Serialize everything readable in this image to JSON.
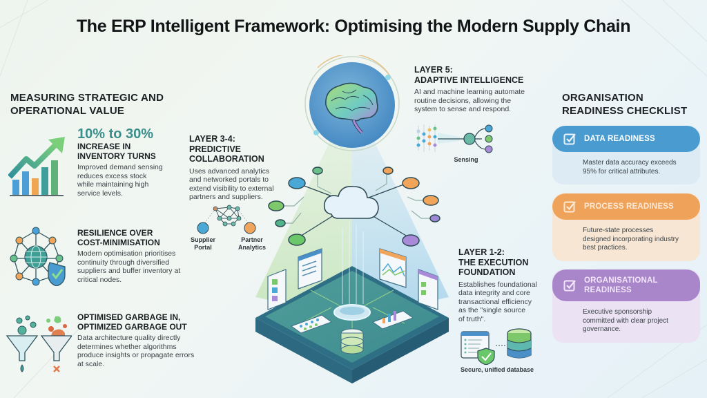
{
  "title": "The ERP Intelligent Framework: Optimising the Modern Supply Chain",
  "left_panel": {
    "heading_line1": "MEASURING STRATEGIC AND",
    "heading_line2": "OPERATIONAL VALUE",
    "items": [
      {
        "icon": "growth-chart-icon",
        "stat": "10% to 30%",
        "title_line1": "INCREASE IN",
        "title_line2": "INVENTORY TURNS",
        "body_lines": [
          "Improved demand sensing",
          "reduces excess stock",
          "while maintaining high",
          "service levels."
        ]
      },
      {
        "icon": "global-network-shield-icon",
        "title_line1": "RESILIENCE OVER",
        "title_line2": "COST-MINIMISATION",
        "body_lines": [
          "Modern optimisation prioritises",
          "continuity through diversified",
          "suppliers and buffer inventory at",
          "critical nodes."
        ]
      },
      {
        "icon": "funnels-icon",
        "title_line1": "OPTIMISED GARBAGE IN,",
        "title_line2": "OPTIMIZED GARBAGE OUT",
        "body_lines": [
          "Data architecture quality directly",
          "determines whether algorithms",
          "produce insights or propagate errors",
          "at scale."
        ]
      }
    ]
  },
  "layers": {
    "layer5": {
      "label_line1": "LAYER 5:",
      "label_line2": "ADAPTIVE INTELLIGENCE",
      "body_lines": [
        "AI and machine learning automate",
        "routine decisions, allowing the",
        "system to sense and respond."
      ],
      "caption": "Sensing"
    },
    "layer34": {
      "label_line1": "LAYER 3-4:",
      "label_line2": "PREDICTIVE",
      "label_line3": "COLLABORATION",
      "body_lines": [
        "Uses advanced analytics",
        "and networked portals to",
        "extend visibility to external",
        "partners and suppliers."
      ],
      "caption_left_1": "Supplier",
      "caption_left_2": "Portal",
      "caption_right_1": "Partner",
      "caption_right_2": "Analytics"
    },
    "layer12": {
      "label_line1": "LAYER 1-2:",
      "label_line2": "THE EXECUTION",
      "label_line3": "FOUNDATION",
      "body_lines": [
        "Establishes foundational",
        "data integrity and core",
        "transactional efficiency",
        "as the \"single source",
        "of truth\"."
      ],
      "caption": "Secure, unified database"
    }
  },
  "right_panel": {
    "heading_line1": "ORGANISATION",
    "heading_line2": "READINESS CHECKLIST",
    "cards": [
      {
        "title": "DATA READINESS",
        "body_lines": [
          "Master data accuracy exceeds",
          "95% for critical attributes."
        ],
        "color": "#4a9bd0"
      },
      {
        "title": "PROCESS READINESS",
        "body_lines": [
          "Future-state processes",
          "designed incorporating industry",
          "best practices."
        ],
        "color": "#efa25a"
      },
      {
        "title_line1": "ORGANISATIONAL",
        "title_line2": "READINESS",
        "body_lines": [
          "Executive sponsorship",
          "committed with clear project",
          "governance."
        ],
        "color": "#a985c9"
      }
    ]
  },
  "colors": {
    "accent_teal": "#3a8f8c",
    "blue": "#4a9bd0",
    "orange": "#efa25a",
    "purple": "#a985c9",
    "green": "#7cc47a"
  }
}
